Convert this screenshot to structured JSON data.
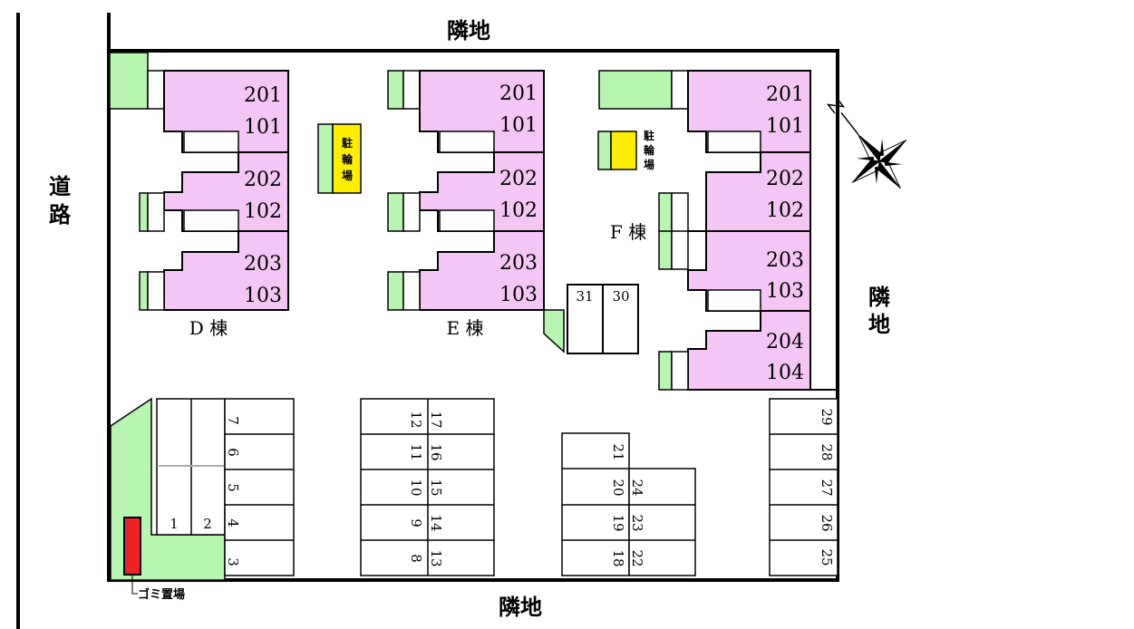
{
  "surroundings": {
    "road": [
      "道",
      "路"
    ],
    "neighbor_top": "隣地",
    "neighbor_bottom": "隣地",
    "neighbor_right": [
      "隣",
      "地"
    ]
  },
  "buildings": [
    {
      "name": "D 棟",
      "units": [
        [
          "201",
          "101"
        ],
        [
          "202",
          "102"
        ],
        [
          "203",
          "103"
        ]
      ]
    },
    {
      "name": "E 棟",
      "units": [
        [
          "201",
          "101"
        ],
        [
          "202",
          "102"
        ],
        [
          "203",
          "103"
        ]
      ]
    },
    {
      "name": "F 棟",
      "units": [
        [
          "201",
          "101"
        ],
        [
          "202",
          "102"
        ],
        [
          "203",
          "103"
        ],
        [
          "204",
          "104"
        ]
      ]
    }
  ],
  "bicycle_parking": [
    "駐",
    "輪",
    "場"
  ],
  "garbage": "ゴミ置場",
  "parking": {
    "left": [
      "1",
      "2",
      "3",
      "4",
      "5",
      "6",
      "7"
    ],
    "mid_a": [
      "8",
      "9",
      "10",
      "11",
      "12"
    ],
    "mid_b": [
      "13",
      "14",
      "15",
      "16",
      "17"
    ],
    "c": [
      "18",
      "19",
      "20",
      "21"
    ],
    "c2": [
      "22",
      "23",
      "24"
    ],
    "right": [
      "25",
      "26",
      "27",
      "28",
      "29"
    ],
    "top": [
      "31",
      "30"
    ]
  },
  "colors": {
    "unit_fill": "#f5c6f5",
    "green": "#b7f5b1",
    "bicycle_yellow": "#ffee00",
    "garbage_red": "#ee2222"
  }
}
